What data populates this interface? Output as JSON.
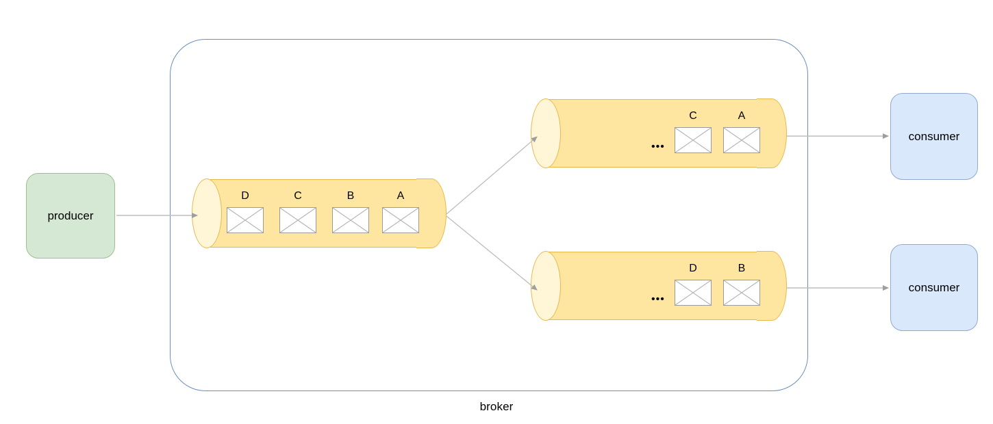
{
  "diagram": {
    "title": "broker",
    "broker_label": "broker",
    "colors": {
      "broker_border": "#6c8ebf",
      "producer_fill": "#d5e8d4",
      "producer_border": "#9bc18e",
      "consumer_fill": "#dae8fc",
      "consumer_border": "#92a8d1",
      "queue_fill": "#ffe6a0",
      "queue_cap_fill": "#fff6d8",
      "queue_border": "#e8b84b",
      "message_fill": "#ffffff",
      "message_border": "#9a9a9a",
      "arrow": "#9e9e9e"
    }
  },
  "producer": {
    "label": "producer"
  },
  "consumers": [
    {
      "label": "consumer"
    },
    {
      "label": "consumer"
    }
  ],
  "queues": {
    "input": {
      "name": "input-queue",
      "messages": [
        {
          "label": "D"
        },
        {
          "label": "C"
        },
        {
          "label": "B"
        },
        {
          "label": "A"
        }
      ],
      "ellipsis": ""
    },
    "output_top": {
      "name": "output-queue-top",
      "ellipsis": "•••",
      "messages": [
        {
          "label": "C"
        },
        {
          "label": "A"
        }
      ]
    },
    "output_bottom": {
      "name": "output-queue-bottom",
      "ellipsis": "•••",
      "messages": [
        {
          "label": "D"
        },
        {
          "label": "B"
        }
      ]
    }
  },
  "connections": [
    {
      "from": "producer",
      "to": "input-queue"
    },
    {
      "from": "input-queue",
      "to": "output-queue-top"
    },
    {
      "from": "input-queue",
      "to": "output-queue-bottom"
    },
    {
      "from": "output-queue-top",
      "to": "consumer-top"
    },
    {
      "from": "output-queue-bottom",
      "to": "consumer-bottom"
    }
  ]
}
